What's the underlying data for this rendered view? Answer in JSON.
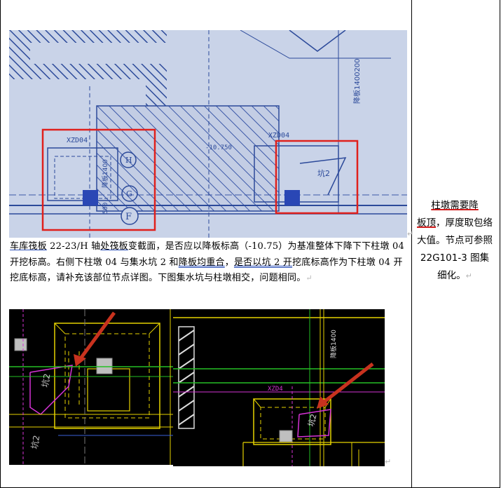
{
  "blueprint": {
    "labels": {
      "xzd_left": "XZD04",
      "xzd_right": "XZD04",
      "elev": "-10.750",
      "pit": "坑2",
      "axis_h": "H",
      "axis_g": "G",
      "axis_f": "F",
      "dim_500": "500",
      "dim_vertical": "降板1400",
      "right_vertical": "降板1400200"
    }
  },
  "paragraph": {
    "seg1": "车库筏板",
    "seg2": " 22-23/H 轴",
    "seg3": "处筏板",
    "seg4": "变截面，是否应以降板标高（-10.75）为基准整体下降下下柱墩 04 开挖标高。右侧下柱墩 04 与集水坑 2 和",
    "seg5": "降板均重合",
    "seg6": "，",
    "seg7": "是否以坑 2 开",
    "seg8": "挖底标高作为下柱墩 04 开挖底标高，请补充该部位节点详图。下图集水坑与柱墩相交，问题相同。",
    "return_mark": "↵"
  },
  "cad_left": {
    "pit_label": "坑2",
    "pit_label_bottom": "坑2"
  },
  "cad_right": {
    "vertical_label": "降板1400",
    "xzd": "XZD4",
    "pit_label": "坑2"
  },
  "side_note": {
    "underlined_1": "柱墩需要降",
    "underlined_2": "板顶",
    "rest": "，厚度取包络大值。节点可参照 22G101-3 图集细化。",
    "return_mark": "↵"
  },
  "colors": {
    "blueprint_bg": "#c9d3e8",
    "hatch": "#2c4a9a",
    "highlight_box": "#e0201c",
    "cad_yellow": "#e6d200",
    "cad_magenta": "#d633d6",
    "cad_green": "#25c025",
    "arrow": "#c8321e"
  }
}
